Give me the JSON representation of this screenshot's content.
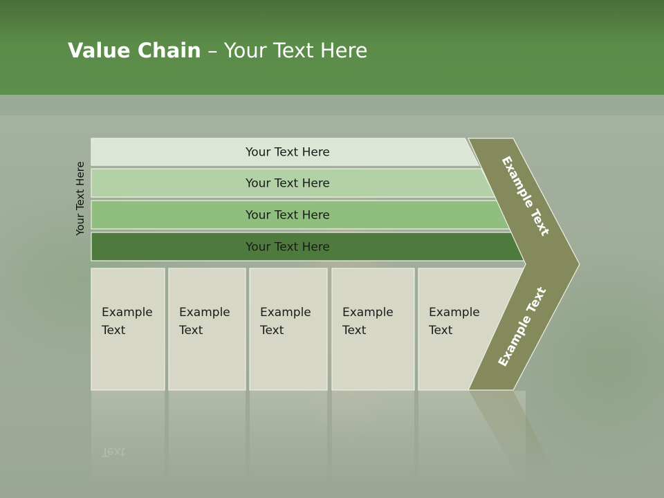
{
  "slide": {
    "title_bold": "Value Chain",
    "title_rest": " – Your Text Here",
    "side_label": "Your Text Here"
  },
  "bars": [
    {
      "label": "Your Text Here",
      "color": "#dbe6d6"
    },
    {
      "label": "Your Text Here",
      "color": "#b2d1a6"
    },
    {
      "label": "Your Text Here",
      "color": "#8fbe7e"
    },
    {
      "label": "Your Text Here",
      "color": "#4f7a3e"
    }
  ],
  "boxes": [
    {
      "line1": "Example",
      "line2": "Text"
    },
    {
      "line1": "Example",
      "line2": "Text"
    },
    {
      "line1": "Example",
      "line2": "Text"
    },
    {
      "line1": "Example",
      "line2": "Text"
    },
    {
      "line1": "Example",
      "line2": "Text"
    }
  ],
  "chevron": {
    "upper_label": "Example Text",
    "lower_label": "Example Text",
    "color": "#858a5c"
  },
  "colors": {
    "box_fill": "#d6d7c4",
    "header": "#5b8b48"
  }
}
